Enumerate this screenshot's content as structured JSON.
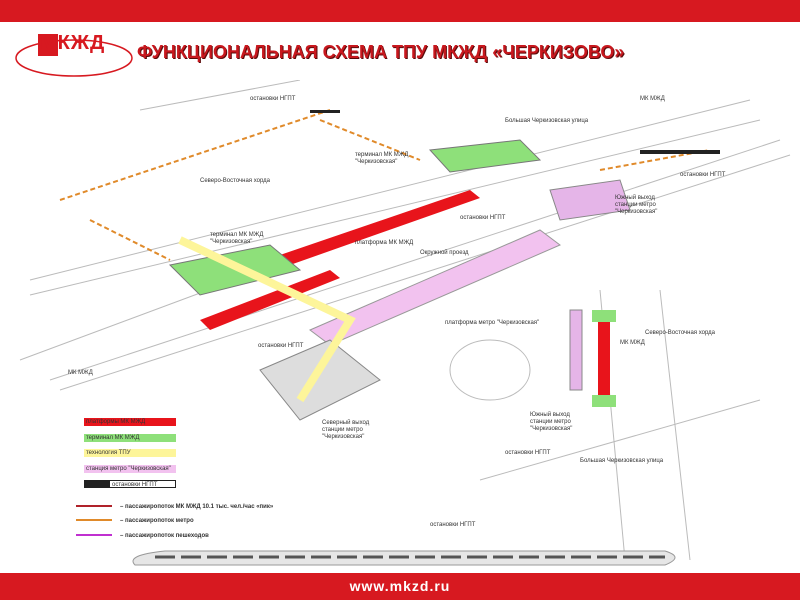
{
  "header": {
    "logo_text": "МКЖД",
    "logo_subtitle": "Московская кольцевая железная дорога",
    "title": "ФУНКЦИОНАЛЬНАЯ СХЕМА ТПУ МКЖД «ЧЕРКИЗОВО»"
  },
  "labels": {
    "stop1": "остановки НГПТ",
    "stop2": "остановки НГПТ",
    "stop3": "остановки НГПТ",
    "stop4": "остановки НГПТ",
    "stop5": "остановки НГПТ",
    "stop6": "остановки НГПТ",
    "mkzhd1": "МК МЖД",
    "mkzhd2": "МК МЖД",
    "mkzhd3": "МК МЖД",
    "bcherk": "Большая Черкизовская улица",
    "bcherk2": "Большая Черкизовская улица",
    "sevvost": "Северо-Восточная хорда",
    "sevvost2": "Северо-Восточная хорда",
    "okruzh": "Окружной проезд",
    "term1": "терминал МК МЖД \"Черкизовская\"",
    "term2": "терминал МК МЖД \"Черкизовская\"",
    "platf_mk": "платформа МК МЖД",
    "platf_metro": "платформа метро \"Черкизовская\"",
    "south_exit": "Южный выход станции метро \"Черкизовская\"",
    "south_exit2": "Южный выход станции метро \"Черкизовская\"",
    "north_exit": "Северный выход станции метро \"Черкизовская\""
  },
  "legend": [
    {
      "label": "платформы МК МЖД",
      "color": "#e8141b"
    },
    {
      "label": "терминал МК МЖД",
      "color": "#8ee07a"
    },
    {
      "label": "технология ТПУ",
      "color": "#fdf59a"
    },
    {
      "label": "станция метро \"Черкизовская\"",
      "color": "#f2c2ef"
    },
    {
      "label": "остановки НГПТ",
      "color": "#222222"
    }
  ],
  "flows": [
    {
      "label": "– пассажиропоток МК МЖД 10.1 тыс. чел./час «пик»",
      "color": "#b0222a"
    },
    {
      "label": "– пассажиропоток метро",
      "color": "#e08a2a"
    },
    {
      "label": "– пассажиропоток пешеходов",
      "color": "#c030d0"
    }
  ],
  "footer": {
    "url": "www.mkzd.ru"
  }
}
